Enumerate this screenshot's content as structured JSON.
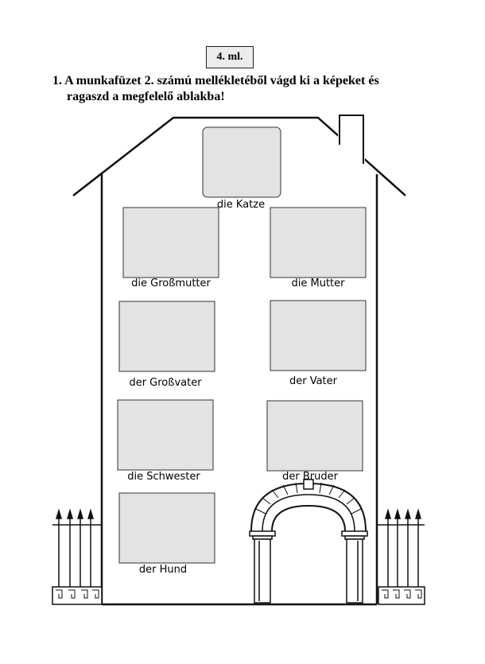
{
  "header": {
    "badge": "4. ml."
  },
  "instruction": {
    "number": "1.",
    "line1": "A munkafüzet 2. számú mellékletéből vágd ki a képeket és",
    "line2": "ragaszd a megfelelő ablakba!"
  },
  "windows": [
    {
      "id": "katze",
      "label": "die Katze"
    },
    {
      "id": "grossmutter",
      "label": "die Großmutter"
    },
    {
      "id": "mutter",
      "label": "die Mutter"
    },
    {
      "id": "grossvater",
      "label": "der Großvater"
    },
    {
      "id": "vater",
      "label": "der Vater"
    },
    {
      "id": "schwester",
      "label": "die Schwester"
    },
    {
      "id": "bruder",
      "label": "der Bruder"
    },
    {
      "id": "hund",
      "label": "der Hund"
    }
  ],
  "colors": {
    "window_fill": "#e3e3e3",
    "line": "#111111"
  }
}
